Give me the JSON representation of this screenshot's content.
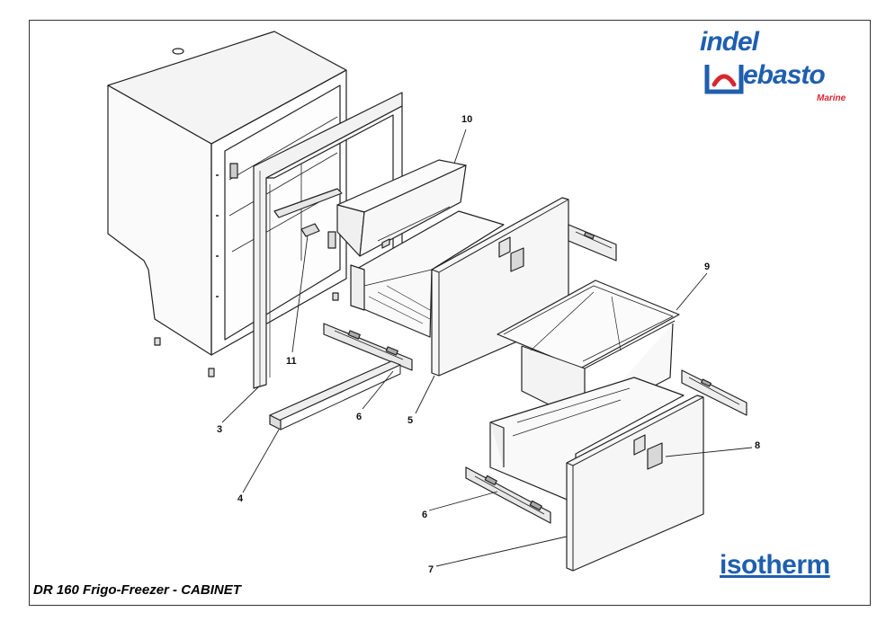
{
  "title": "DR 160 Frigo-Freezer - CABINET",
  "brand": {
    "line1": "indel",
    "line2": "ebasto",
    "line3": "Marine",
    "bottom": "isotherm",
    "blue": "#1f5fae",
    "red": "#d8262f"
  },
  "callouts": [
    {
      "id": "10",
      "label": "10"
    },
    {
      "id": "9",
      "label": "9"
    },
    {
      "id": "11",
      "label": "11"
    },
    {
      "id": "3",
      "label": "3"
    },
    {
      "id": "6a",
      "label": "6"
    },
    {
      "id": "5",
      "label": "5"
    },
    {
      "id": "8",
      "label": "8"
    },
    {
      "id": "4",
      "label": "4"
    },
    {
      "id": "6b",
      "label": "6"
    },
    {
      "id": "7",
      "label": "7"
    }
  ]
}
